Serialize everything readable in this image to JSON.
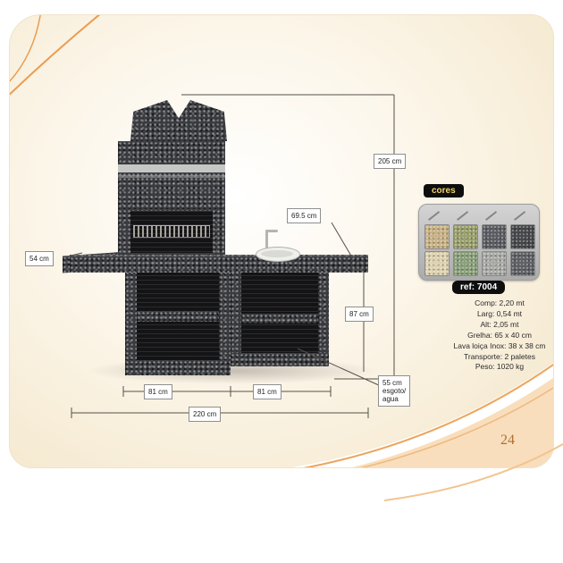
{
  "page_number": "24",
  "colors_panel": {
    "title": "cores",
    "swatch_colors": [
      "#c9b286",
      "#99a06b",
      "#5b5d62",
      "#46484c",
      "#ded2b0",
      "#8aa079",
      "#a9aaa6",
      "#5e6064"
    ]
  },
  "product": {
    "ref_label": "ref: 7004",
    "specs": [
      "Comp: 2,20 mt",
      "Larg: 0,54 mt",
      "Alt: 2,05 mt",
      "Grelha: 65 x 40 cm",
      "Lava loiça Inox: 38 x 38 cm",
      "Transporte: 2 paletes",
      "Peso: 1020 kg"
    ]
  },
  "dimensions": {
    "total_height": "205 cm",
    "sink_section_width": "69.5 cm",
    "depth": "54 cm",
    "base_height": "87 cm",
    "left_module_width": "81 cm",
    "right_module_width": "81 cm",
    "total_width": "220 cm",
    "drain_line1": "55 cm",
    "drain_line2": "esgoto/",
    "drain_line3": "agua"
  },
  "theme": {
    "accent_orange": "#eb9c50",
    "sheet_cream": "#f3e6c9",
    "granite_dark": "#3a3b3f"
  }
}
